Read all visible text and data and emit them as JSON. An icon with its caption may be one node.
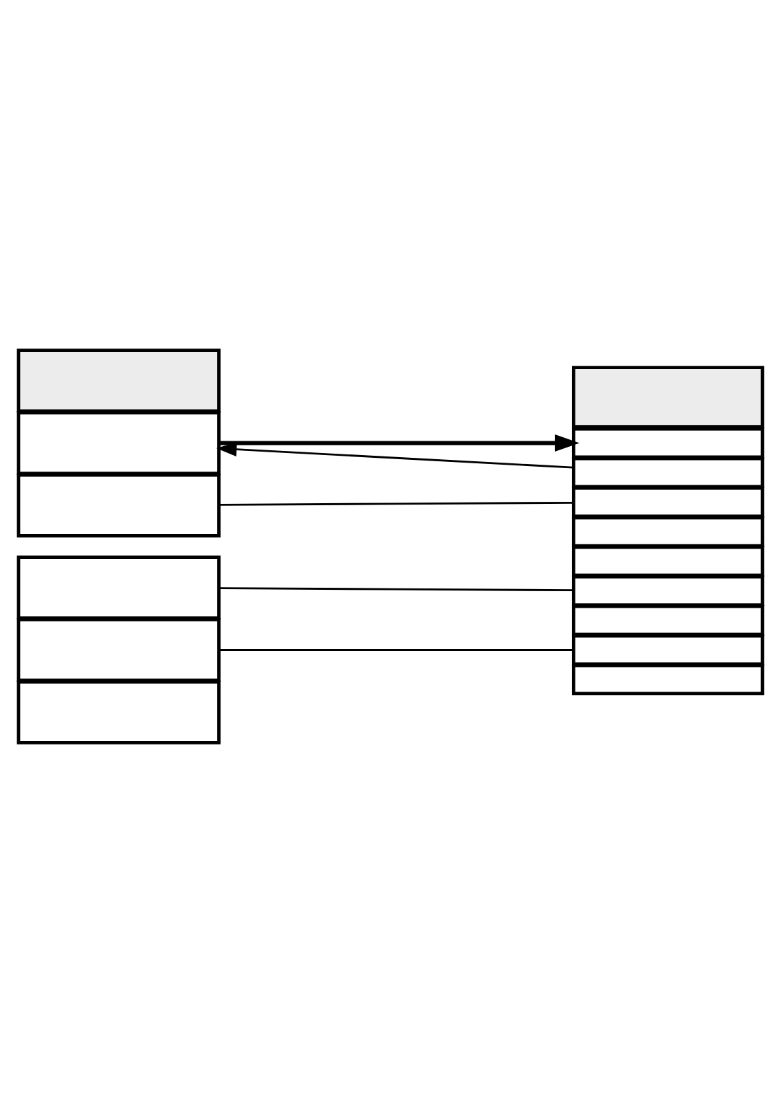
{
  "diagram": {
    "nodes": [
      {
        "text": [],
        "shape": "box"
      },
      {
        "text": [],
        "shape": "box"
      },
      {
        "text": [],
        "shape": "box"
      },
      {
        "text": [],
        "shape": "box"
      },
      {
        "text": [],
        "shape": "box"
      },
      {
        "text": [],
        "shape": "box"
      },
      {
        "text": [],
        "shape": "box"
      },
      {
        "text": [],
        "shape": "box"
      },
      {
        "text": [],
        "shape": "box"
      },
      {
        "text": [],
        "shape": "box"
      },
      {
        "text": [],
        "shape": "box"
      },
      {
        "text": [],
        "shape": "box"
      },
      {
        "text": [],
        "shape": "box"
      },
      {
        "text": [],
        "shape": "box"
      },
      {
        "text": [],
        "shape": "box"
      },
      {
        "text": [],
        "shape": "box"
      }
    ],
    "edges": [
      {
        "from": 1,
        "to": 7,
        "arrow": "to",
        "style": "thick"
      },
      {
        "from": 8,
        "to": 1,
        "arrow": "to"
      },
      {
        "from": 2,
        "to": 9,
        "arrow": "none"
      },
      {
        "from": 3,
        "to": 12,
        "arrow": "none"
      },
      {
        "from": 4,
        "to": 14,
        "arrow": "none"
      }
    ]
  }
}
